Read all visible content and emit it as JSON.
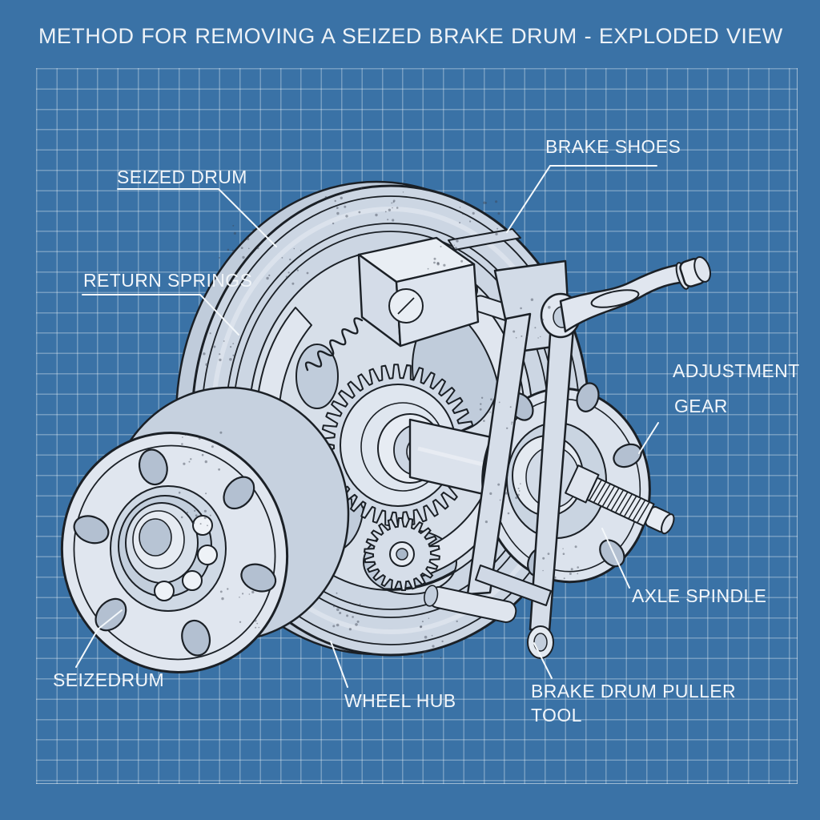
{
  "title": "METHOD FOR REMOVING A SEIZED BRAKE DRUM - EXPLODED VIEW",
  "labels": {
    "seized_drum": "SEIZED DRUM",
    "brake_shoes": "BRAKE SHOES",
    "return_springs": "RETURN SPRINGS",
    "adjustment_gear_line1": "ADJUSTMENT",
    "adjustment_gear_line2": "GEAR",
    "axle_spindle": "AXLE SPINDLE",
    "seizedrum": "SEIZEDRUM",
    "wheel_hub": "WHEEL HUB",
    "puller_line1": "BRAKE DRUM PULLER",
    "puller_line2": "TOOL"
  },
  "colors": {
    "background": "#3a72a6",
    "grid_line": "#7aa3c8",
    "label_text": "#f2f6fa",
    "leader_line": "#f4f8fb",
    "outline": "#1b2026",
    "metal_light": "#e7ecf3",
    "metal": "#d5dde9",
    "metal_mid": "#c2cddc"
  }
}
